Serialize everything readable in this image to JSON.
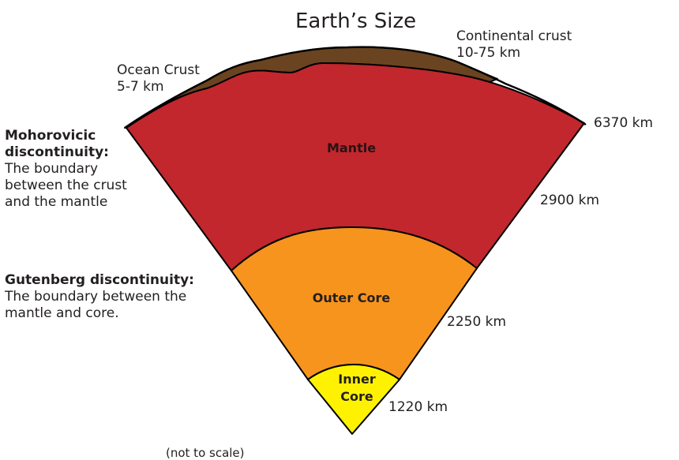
{
  "title": "Earth’s Size",
  "labels": {
    "continental_crust": [
      "Continental crust",
      "10-75 km"
    ],
    "ocean_crust": [
      "Ocean Crust",
      "5-7 km"
    ],
    "surface_depth": "6370 km",
    "mantle_depth": "2900 km",
    "outer_core_depth": "2250 km",
    "inner_core_depth": "1220 km"
  },
  "layers": {
    "mantle": "Mantle",
    "outer_core": "Outer Core",
    "inner_core": [
      "Inner",
      "Core"
    ]
  },
  "moho": {
    "heading": [
      "Mohorovicic",
      "discontinuity:"
    ],
    "text": [
      "The boundary",
      "between the crust",
      "and the mantle"
    ]
  },
  "gutenberg": {
    "heading": "Gutenberg discontinuity:",
    "text": [
      "The boundary between the",
      "mantle and core."
    ]
  },
  "note": "(not to scale)",
  "colors": {
    "crust": "#6a4420",
    "mantle": "#c1272d",
    "outer_core": "#f7941d",
    "inner_core": "#fff200",
    "outline": "#000000"
  }
}
